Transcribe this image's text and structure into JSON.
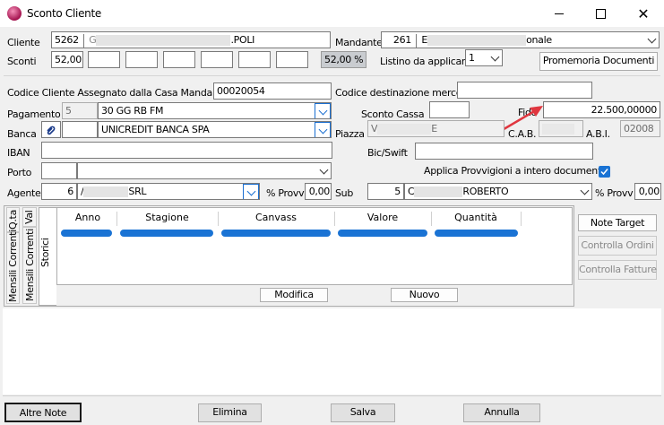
{
  "window": {
    "title": "Sconto Cliente"
  },
  "header": {
    "cliente_label": "Cliente",
    "cliente_code": "5262",
    "cliente_name_prefix": "G",
    "cliente_name_suffix": ".POLI",
    "mandante_label": "Mandante",
    "mandante_code": "261",
    "mandante_name_prefix": "E",
    "mandante_name_suffix": "onale",
    "sconti_label": "Sconti",
    "sconto1": "52,00",
    "sconto_totale": "52,00 %",
    "listino_label": "Listino da applicare",
    "listino_value": "1",
    "promemoria_button": "Promemoria  Documenti"
  },
  "form": {
    "codice_cliente_label": "Codice Cliente Assegnato dalla Casa Mandante",
    "codice_cliente_value": "00020054",
    "codice_destinazione_label": "Codice destinazione merce",
    "pagamento_label": "Pagamento",
    "pagamento_code": "5",
    "pagamento_value": "30 GG RB FM",
    "sconto_cassa_label": "Sconto Cassa",
    "fido_label": "Fido",
    "fido_value": "22.500,00000",
    "banca_label": "Banca",
    "banca_value": "UNICREDIT BANCA SPA",
    "piazza_label": "Piazza",
    "piazza_prefix": "V",
    "piazza_suffix": "E",
    "cab_label": "C.A.B.",
    "abi_label": "A.B.I.",
    "abi_value": "02008",
    "iban_label": "IBAN",
    "bic_label": "Bic/Swift",
    "porto_label": "Porto",
    "applica_label": "Applica Provvigioni a intero documento",
    "agente_label": "Agente",
    "agente_code": "6",
    "agente_prefix": "/",
    "agente_suffix": "SRL",
    "provv_label": "% Provv",
    "agente_provv": "0,00",
    "sub_label": "Sub",
    "sub_code": "5",
    "sub_prefix": "C",
    "sub_suffix": "ROBERTO",
    "sub_provv": "0,00"
  },
  "tabs": {
    "qta": "Q.ta",
    "val": "Val",
    "mensili1": "Mensili Correnti",
    "mensili2": "Mensili Correnti",
    "storici": "Storici"
  },
  "grid": {
    "columns": [
      "Anno",
      "Stagione",
      "Canvass",
      "Valore",
      "Quantità"
    ],
    "modifica_button": "Modifica",
    "nuovo_button": "Nuovo"
  },
  "side_buttons": {
    "note_target": "Note Target",
    "controlla_ordini": "Controlla Ordini",
    "controlla_fatture": "Controlla Fatture"
  },
  "footer": {
    "altre_note": "Altre Note",
    "elimina": "Elimina",
    "salva": "Salva",
    "annulla": "Annulla"
  },
  "colors": {
    "accent": "#1a73d4",
    "arrow": "#e0363f"
  }
}
